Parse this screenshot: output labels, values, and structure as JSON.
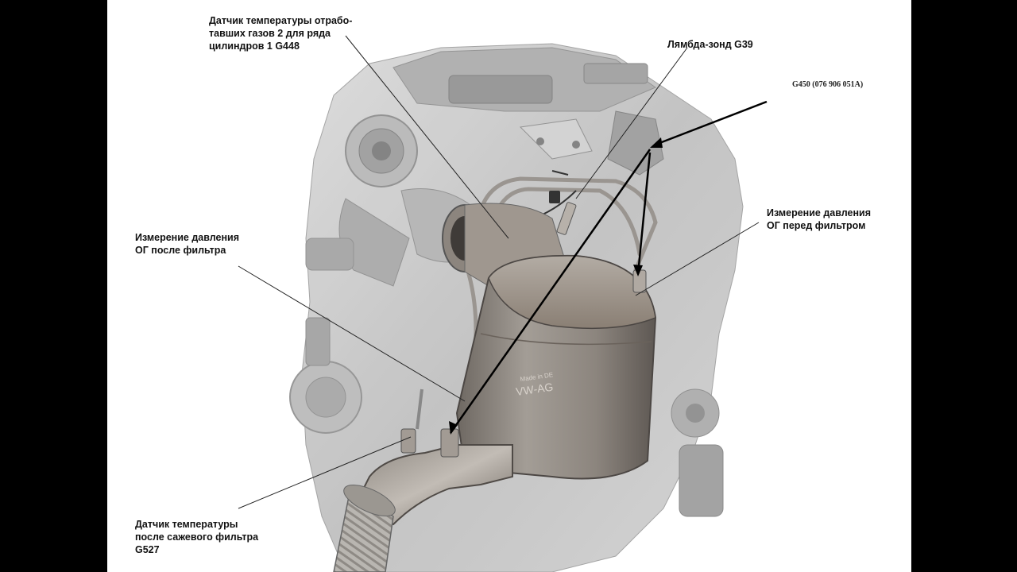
{
  "labels": {
    "g448": [
      "Датчик температуры отрабо-",
      "тавших газов 2 для ряда",
      "цилиндров 1  G448"
    ],
    "g39": [
      "Лямбда-зонд G39"
    ],
    "part_number": "G450 (076 906 051A)",
    "pressure_before": [
      "Измерение давления",
      "ОГ перед фильтром"
    ],
    "pressure_after": [
      "Измерение давления",
      "ОГ после фильтра"
    ],
    "g527": [
      "Датчик температуры",
      "после сажевого фильтра",
      "G527"
    ]
  },
  "stamp": [
    "Made in DE",
    "VW-AG"
  ],
  "colors": {
    "background": "#000000",
    "sheet": "#ffffff",
    "engine": "#c9c9c9",
    "filter": "#8f8a84",
    "leader": "#222222"
  }
}
